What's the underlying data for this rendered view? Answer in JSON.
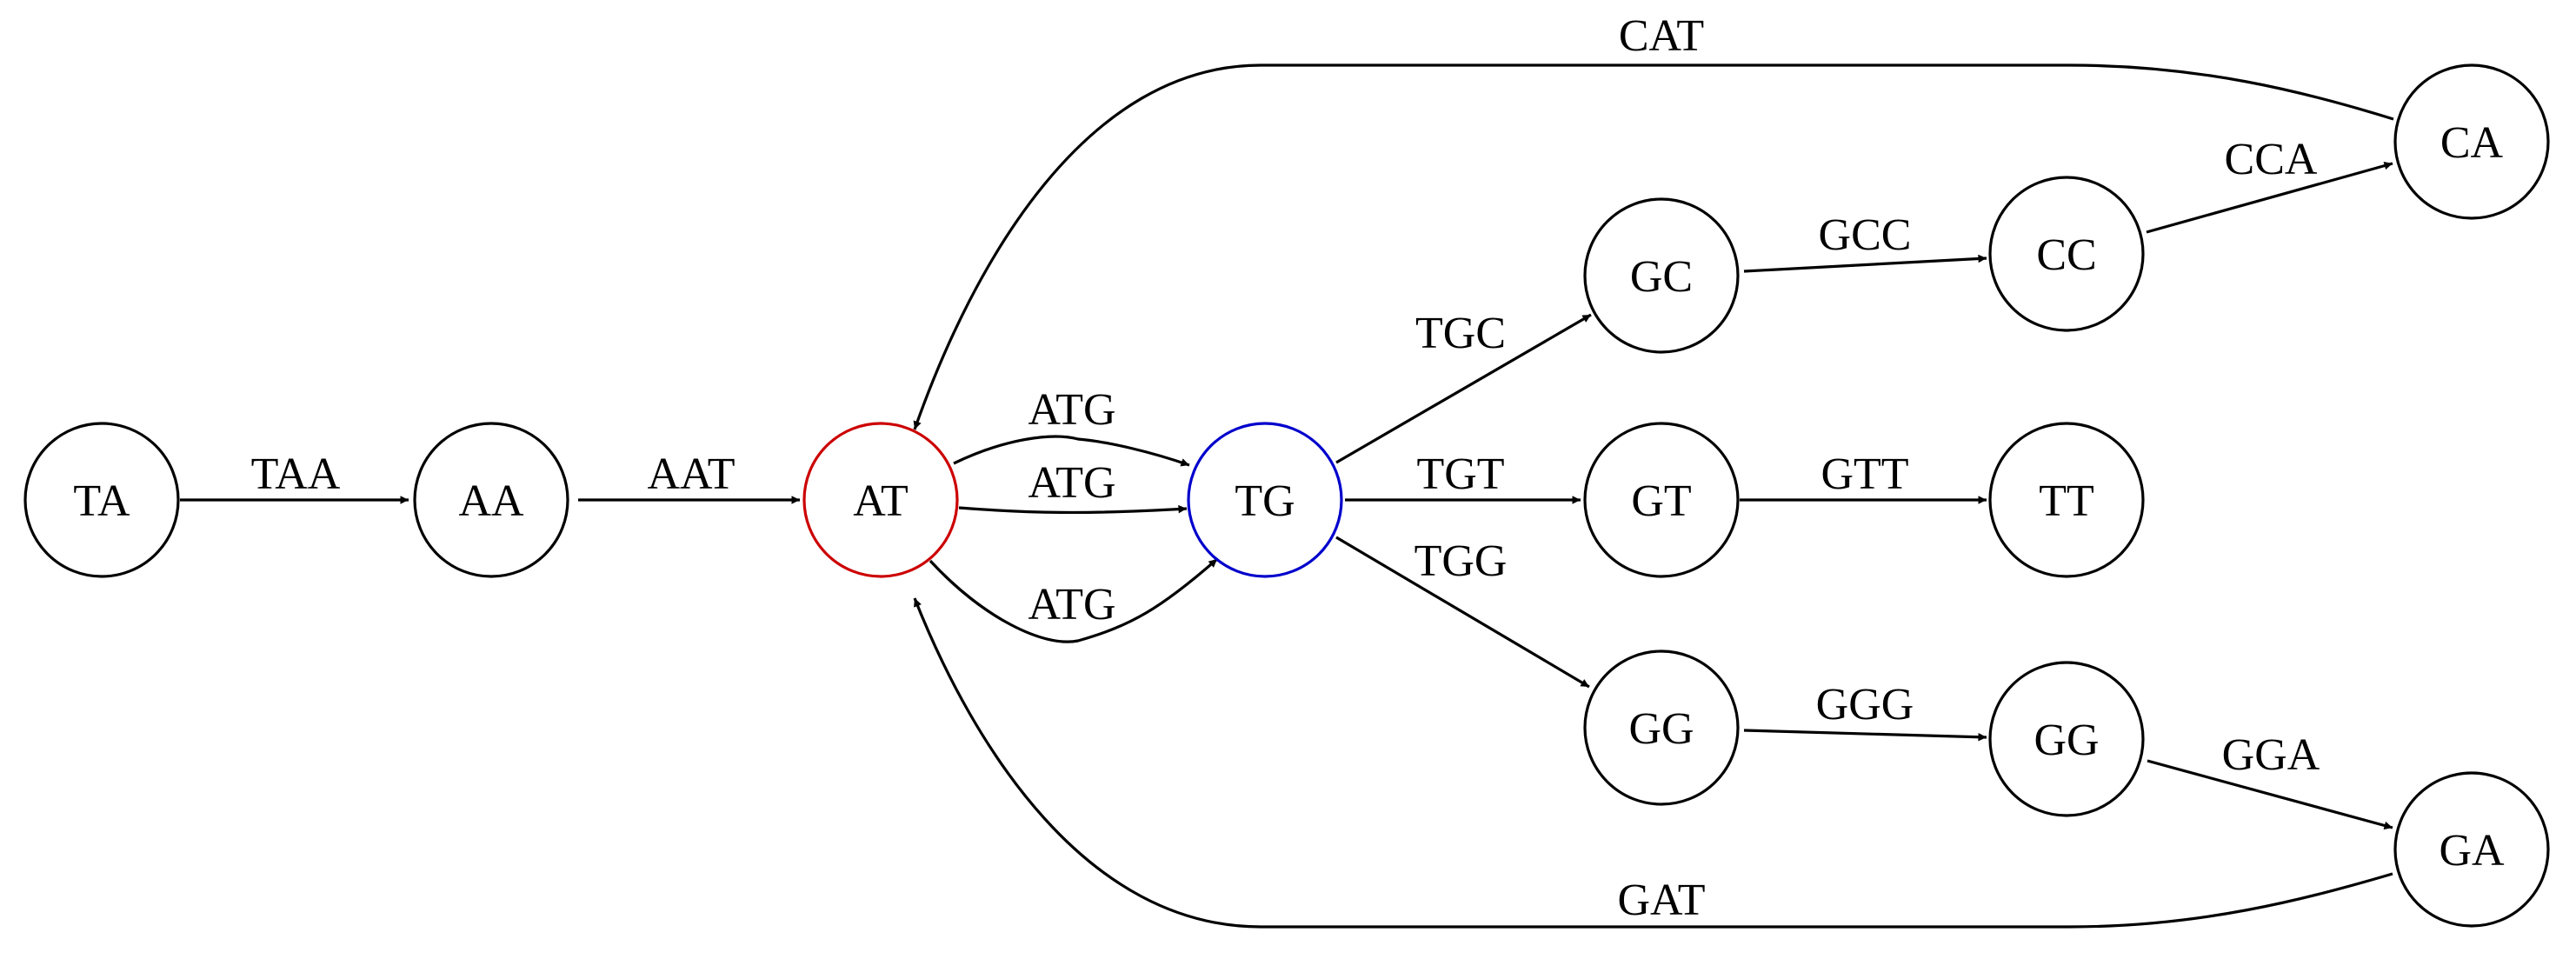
{
  "graph": {
    "colors": {
      "default": "#000000",
      "start": "#cc0000",
      "end": "#0000cc"
    },
    "nodes": [
      {
        "id": "TA",
        "label": "TA",
        "color": "#000000"
      },
      {
        "id": "AA",
        "label": "AA",
        "color": "#000000"
      },
      {
        "id": "AT",
        "label": "AT",
        "color": "#cc0000"
      },
      {
        "id": "TG",
        "label": "TG",
        "color": "#0000cc"
      },
      {
        "id": "GC",
        "label": "GC",
        "color": "#000000"
      },
      {
        "id": "CC",
        "label": "CC",
        "color": "#000000"
      },
      {
        "id": "CA",
        "label": "CA",
        "color": "#000000"
      },
      {
        "id": "GT",
        "label": "GT",
        "color": "#000000"
      },
      {
        "id": "TT",
        "label": "TT",
        "color": "#000000"
      },
      {
        "id": "GG1",
        "label": "GG",
        "color": "#000000"
      },
      {
        "id": "GG2",
        "label": "GG",
        "color": "#000000"
      },
      {
        "id": "GA",
        "label": "GA",
        "color": "#000000"
      }
    ],
    "edges": [
      {
        "id": "ta-aa",
        "from": "TA",
        "to": "AA",
        "label": "TAA"
      },
      {
        "id": "aa-at",
        "from": "AA",
        "to": "AT",
        "label": "AAT"
      },
      {
        "id": "at-tg-1",
        "from": "AT",
        "to": "TG",
        "label": "ATG"
      },
      {
        "id": "at-tg-2",
        "from": "AT",
        "to": "TG",
        "label": "ATG"
      },
      {
        "id": "at-tg-3",
        "from": "AT",
        "to": "TG",
        "label": "ATG"
      },
      {
        "id": "tg-gc",
        "from": "TG",
        "to": "GC",
        "label": "TGC"
      },
      {
        "id": "tg-gt",
        "from": "TG",
        "to": "GT",
        "label": "TGT"
      },
      {
        "id": "tg-gg",
        "from": "TG",
        "to": "GG1",
        "label": "TGG"
      },
      {
        "id": "gc-cc",
        "from": "GC",
        "to": "CC",
        "label": "GCC"
      },
      {
        "id": "cc-ca",
        "from": "CC",
        "to": "CA",
        "label": "CCA"
      },
      {
        "id": "ca-at",
        "from": "CA",
        "to": "AT",
        "label": "CAT"
      },
      {
        "id": "gt-tt",
        "from": "GT",
        "to": "TT",
        "label": "GTT"
      },
      {
        "id": "gg-gg",
        "from": "GG1",
        "to": "GG2",
        "label": "GGG"
      },
      {
        "id": "gg-ga",
        "from": "GG2",
        "to": "GA",
        "label": "GGA"
      },
      {
        "id": "ga-at",
        "from": "GA",
        "to": "AT",
        "label": "GAT"
      }
    ]
  }
}
